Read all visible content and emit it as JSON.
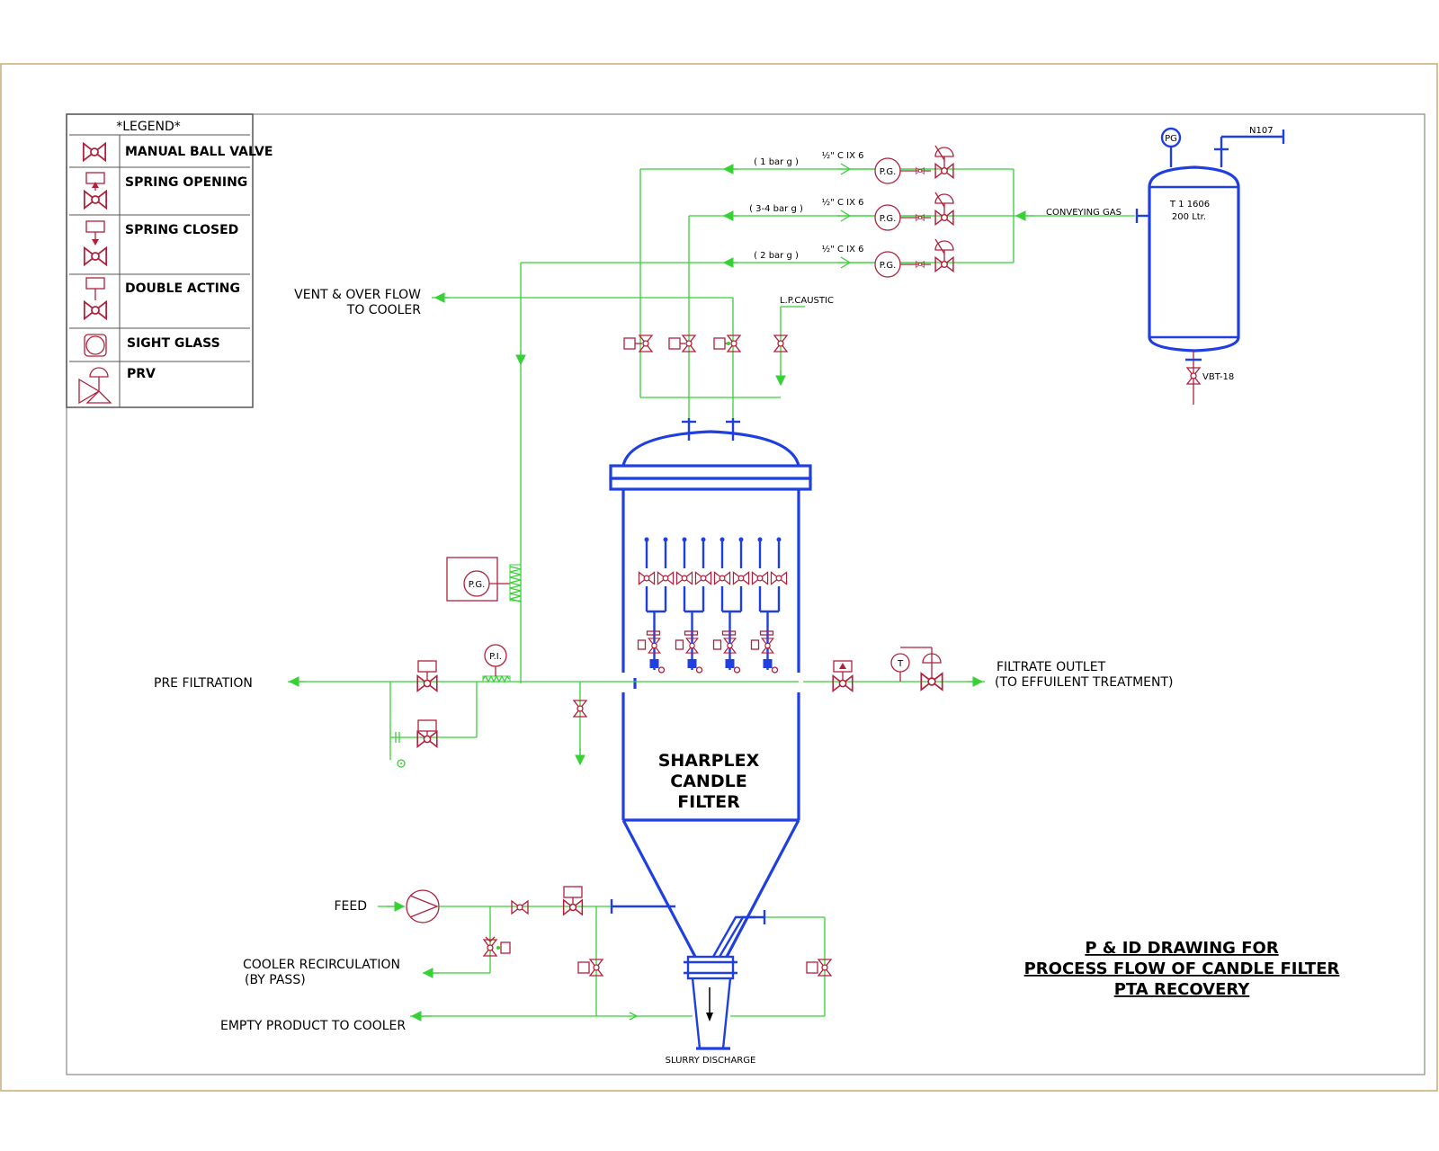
{
  "legend": {
    "title": "*LEGEND*",
    "items": [
      {
        "label": "MANUAL  BALL  VALVE",
        "icon": "manual-ball-valve-icon"
      },
      {
        "label": "SPRING  OPENING",
        "icon": "spring-opening-valve-icon"
      },
      {
        "label": "SPRING  CLOSED",
        "icon": "spring-closed-valve-icon"
      },
      {
        "label": "DOUBLE  ACTING",
        "icon": "double-acting-valve-icon"
      },
      {
        "label": "SIGHT  GLASS",
        "icon": "sight-glass-icon"
      },
      {
        "label": "PRV",
        "icon": "prv-icon"
      }
    ]
  },
  "gas_lines": [
    {
      "pressure": "( 1 bar g )",
      "fitting": "½\" C IX 6",
      "gauge": "P.G."
    },
    {
      "pressure": "( 3-4 bar g )",
      "fitting": "½\" C IX 6",
      "gauge": "P.G."
    },
    {
      "pressure": "( 2 bar g )",
      "fitting": "½\" C IX 6",
      "gauge": "P.G."
    }
  ],
  "tank": {
    "gauge": "PG",
    "nozzle": "N107",
    "tag": "T 1 1606",
    "volume": "200 Ltr.",
    "bottom_valve": "VBT-18",
    "inlet": "CONVEYING GAS"
  },
  "labels": {
    "vent_1": "VENT  &  OVER FLOW",
    "vent_2": "TO  COOLER",
    "caustic": "L.P.CAUSTIC",
    "pre_filtration": "PRE  FILTRATION",
    "pg_box": "P.G.",
    "pi": "P.I.",
    "filtrate_1": "FILTRATE  OUTLET",
    "filtrate_2": "(TO  EFFUILENT  TREATMENT)",
    "ti": "T",
    "filter_1": "SHARPLEX",
    "filter_2": "CANDLE",
    "filter_3": "FILTER",
    "feed": "FEED",
    "cooler_1": "COOLER  RECIRCULATION",
    "cooler_2": "(BY  PASS)",
    "empty": "EMPTY  PRODUCT  TO  COOLER",
    "slurry": "SLURRY DISCHARGE"
  },
  "title_block": {
    "line1": "P & ID DRAWING FOR",
    "line2": "PROCESS FLOW OF CANDLE FILTER",
    "line3": "PTA RECOVERY"
  },
  "colors": {
    "process_line": "#35d135",
    "vessel": "#1f3fe0",
    "valve": "#b0203a",
    "border": "#c9a878"
  }
}
